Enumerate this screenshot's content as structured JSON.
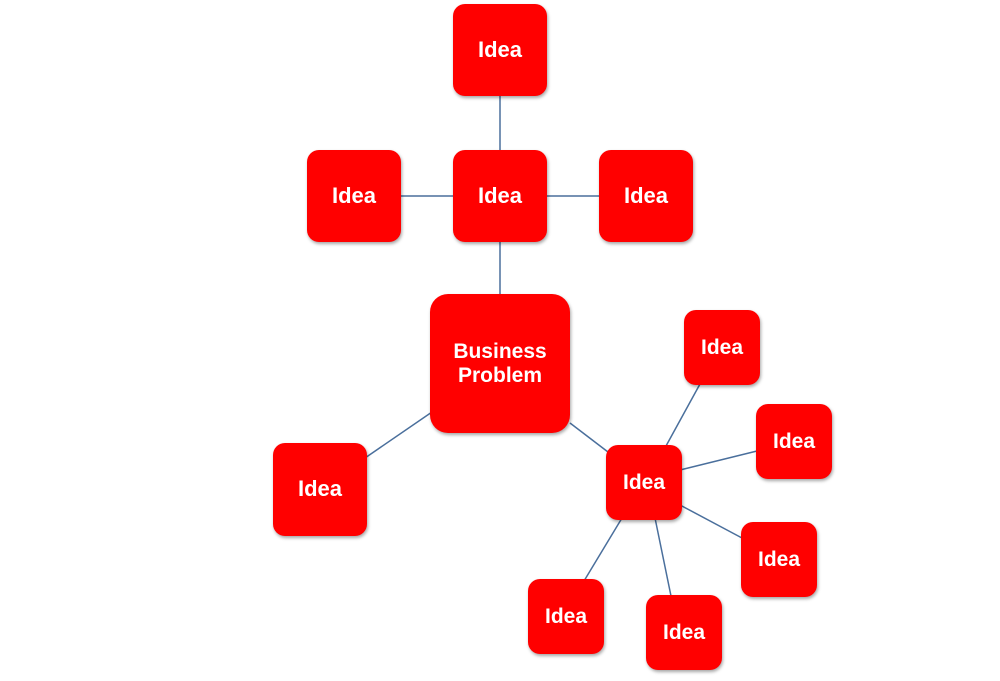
{
  "colors": {
    "node_fill": "#ff0000",
    "node_text": "#ffffff",
    "connector": "#4a6f9c"
  },
  "diagram": {
    "root": {
      "label_line1": "Business",
      "label_line2": "Problem"
    },
    "ideas": {
      "top": "Idea",
      "upper_center": "Idea",
      "upper_left": "Idea",
      "upper_right": "Idea",
      "lower_left": "Idea",
      "lower_hub": "Idea",
      "hub_top": "Idea",
      "hub_right": "Idea",
      "hub_lower_right": "Idea",
      "hub_bottom": "Idea",
      "hub_bottom_left": "Idea"
    }
  }
}
